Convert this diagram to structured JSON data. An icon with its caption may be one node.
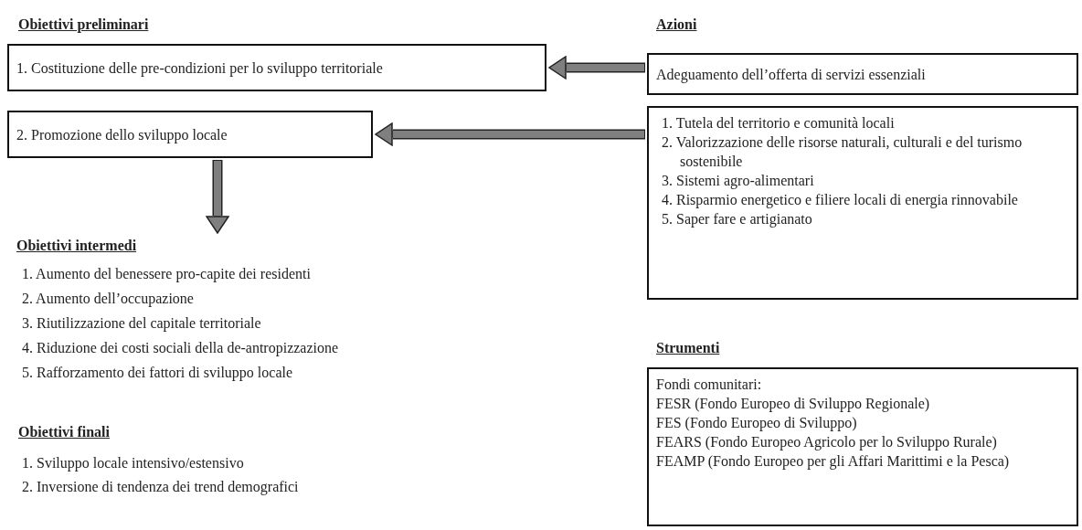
{
  "diagram": {
    "nodes": [
      {
        "text": [
          "1. Costituzione delle pre-condizioni per lo sviluppo territoriale"
        ]
      },
      {
        "text": [
          "2. Promozione dello sviluppo locale"
        ]
      },
      {
        "text": [
          "Adeguamento dell’offerta di servizi essenziali"
        ]
      },
      {
        "text": [
          "1. Tutela del territorio e comunità locali",
          "2. Valorizzazione delle risorse naturali, culturali e del turismo sostenibile",
          "3. Sistemi agro-alimentari",
          "4. Risparmio energetico e filiere locali di energia rinnovabile",
          "5. Saper fare e artigianato"
        ]
      },
      {
        "text": [
          "Obiettivi intermedi",
          "1. Aumento del benessere pro-capite dei residenti",
          "2. Aumento dell’occupazione",
          "3. Riutilizzazione del capitale territoriale",
          "4. Riduzione dei costi sociali della de-antropizzazione",
          "5. Rafforzamento dei fattori di sviluppo locale"
        ]
      },
      {
        "text": [
          "Fondi comunitari:",
          "FESR (Fondo Europeo di Sviluppo Regionale)",
          "FES (Fondo Europeo di Sviluppo)",
          "FEARS (Fondo Europeo Agricolo per lo Sviluppo Rurale)",
          "FEAMP (Fondo Europeo per gli Affari Marittimi e la Pesca)"
        ]
      }
    ],
    "edges": [
      {
        "from": 2,
        "to": 0,
        "arrow": "to"
      },
      {
        "from": 3,
        "to": 1,
        "arrow": "to"
      },
      {
        "from": 1,
        "to": 4,
        "arrow": "to"
      }
    ],
    "labels": [
      "Obiettivi preliminari",
      "Azioni",
      "Strumenti",
      "Obiettivi finali",
      "1. Sviluppo locale intensivo/estensivo",
      "2. Inversione di tendenza dei trend demografici"
    ]
  }
}
